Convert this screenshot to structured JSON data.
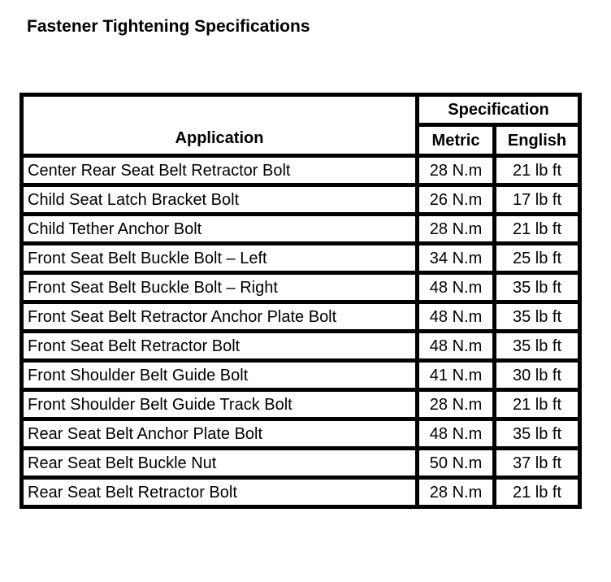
{
  "page_title": "Fastener Tightening Specifications",
  "colors": {
    "background": "#ffffff",
    "text": "#000000",
    "border": "#000000"
  },
  "table": {
    "header": {
      "application": "Application",
      "specification": "Specification",
      "metric": "Metric",
      "english": "English"
    },
    "rows": [
      {
        "application": "Center Rear Seat Belt Retractor Bolt",
        "metric": "28 N.m",
        "english": "21 lb ft"
      },
      {
        "application": "Child Seat Latch Bracket Bolt",
        "metric": "26 N.m",
        "english": "17 lb ft"
      },
      {
        "application": "Child Tether Anchor Bolt",
        "metric": "28 N.m",
        "english": "21 lb ft"
      },
      {
        "application": "Front Seat Belt Buckle Bolt – Left",
        "metric": "34 N.m",
        "english": "25 lb ft"
      },
      {
        "application": "Front Seat Belt Buckle Bolt – Right",
        "metric": "48 N.m",
        "english": "35 lb ft"
      },
      {
        "application": "Front Seat Belt Retractor Anchor Plate Bolt",
        "metric": "48 N.m",
        "english": "35 lb ft"
      },
      {
        "application": "Front Seat Belt Retractor Bolt",
        "metric": "48 N.m",
        "english": "35 lb ft"
      },
      {
        "application": "Front Shoulder Belt Guide Bolt",
        "metric": "41 N.m",
        "english": "30 lb ft"
      },
      {
        "application": "Front Shoulder Belt Guide Track Bolt",
        "metric": "28 N.m",
        "english": "21 lb ft"
      },
      {
        "application": "Rear Seat Belt Anchor Plate Bolt",
        "metric": "48 N.m",
        "english": "35 lb ft"
      },
      {
        "application": "Rear Seat Belt Buckle Nut",
        "metric": "50 N.m",
        "english": "37 lb ft"
      },
      {
        "application": "Rear Seat Belt Retractor Bolt",
        "metric": "28 N.m",
        "english": "21 lb ft"
      }
    ]
  }
}
